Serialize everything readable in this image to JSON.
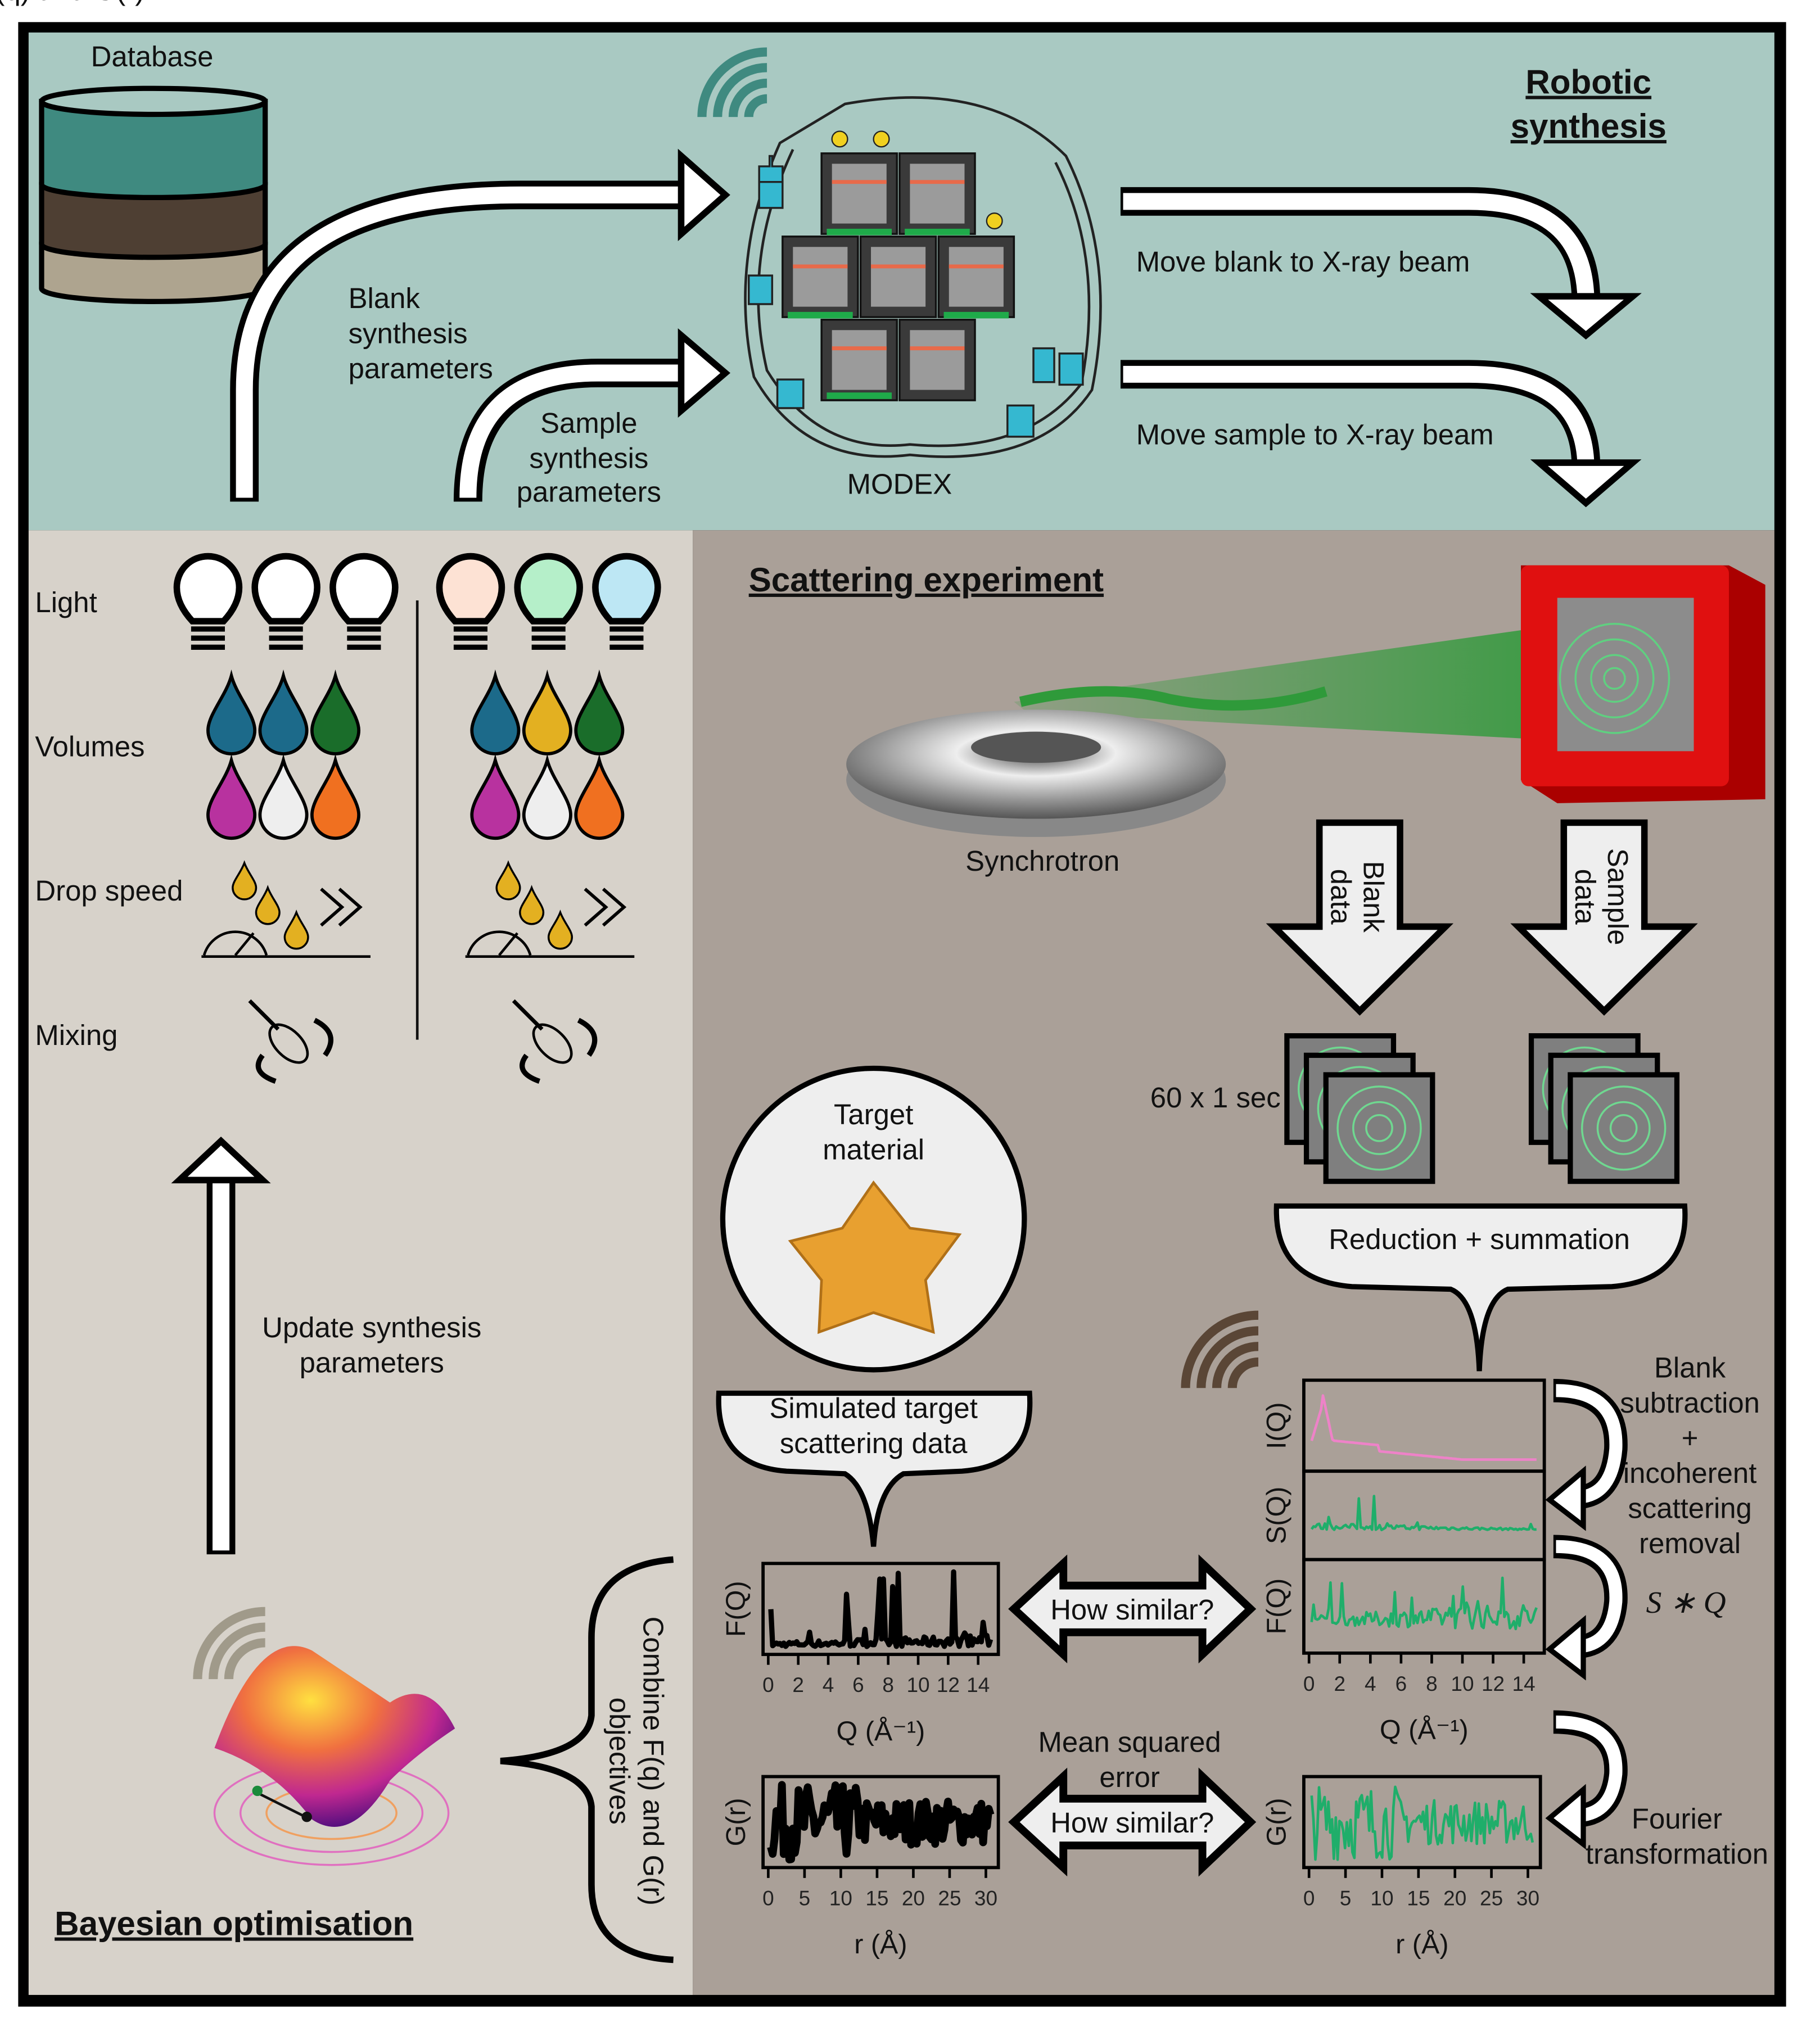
{
  "colors": {
    "robotic_bg": "#a9c9c2",
    "bayes_bg": "#d7d2ca",
    "scatter_bg": "#aaa098",
    "db_teal": "#3f8a80",
    "db_brown": "#4e3f33",
    "db_beige": "#aea48f",
    "signal_teal": "#3f8a80",
    "signal_brown": "#5a4636",
    "signal_grey": "#a09a8a",
    "measured_line": "#1fae6a",
    "raw_line": "#ee82c8",
    "detector_red": "#e01010",
    "beam_green": "#2f9a3a"
  },
  "robotic": {
    "title_line1": "Robotic",
    "title_line2": "synthesis",
    "database_label": "Database",
    "blank_params": [
      "Blank",
      "synthesis",
      "parameters"
    ],
    "sample_params": [
      "Sample",
      "synthesis",
      "parameters"
    ],
    "modex_label": "MODEX",
    "move_blank": "Move blank to X-ray beam",
    "move_sample": "Move sample to X-ray beam"
  },
  "bayes": {
    "rows": {
      "light": "Light",
      "volumes": "Volumes",
      "drop_speed": "Drop speed",
      "mixing": "Mixing"
    },
    "bulbs_left": [
      "#ffffff",
      "#ffffff",
      "#ffffff"
    ],
    "bulbs_right": [
      "#fde2d4",
      "#b5efc9",
      "#bde7f4"
    ],
    "drops_left": [
      "#1c6a8a",
      "#1c6a8a",
      "#1a6d2a",
      "#b8329f",
      "#eeeeee",
      "#f07020"
    ],
    "drops_right": [
      "#1c6a8a",
      "#e3b021",
      "#1a6d2a",
      "#b8329f",
      "#eeeeee",
      "#f07020"
    ],
    "speed_drop_color": "#e3b021",
    "update_params": [
      "Update synthesis",
      "parameters"
    ],
    "combine": [
      "Combine F(q) and G(r)",
      "objectives"
    ],
    "title": "Bayesian optimisation"
  },
  "scatter": {
    "title": "Scattering experiment",
    "synchrotron": "Synchrotron",
    "blank_data": [
      "Blank",
      "data"
    ],
    "sample_data": [
      "Sample",
      "data"
    ],
    "frames": "60 x 1 sec",
    "reduction": "Reduction + summation",
    "target": [
      "Target",
      "material"
    ],
    "simulated": [
      "Simulated target",
      "scattering data"
    ],
    "how_similar_1": "How similar?",
    "how_similar_2": "How similar?",
    "mse": [
      "Mean squared",
      "error"
    ],
    "blank_sub": [
      "Blank",
      "subtraction",
      "+",
      "incoherent",
      "scattering",
      "removal"
    ],
    "s_times_q": "S  ∗ Q",
    "fourier": [
      "Fourier",
      "transformation"
    ]
  },
  "chart_data": [
    {
      "type": "line",
      "ylabel": "F(Q)",
      "xlabel": "Q (Å⁻¹)",
      "xticks": [
        "0",
        "2",
        "4",
        "6",
        "8",
        "10",
        "12",
        "14"
      ],
      "xlim": [
        0,
        15
      ],
      "series_color": "#000000"
    },
    {
      "type": "line",
      "ylabel": "G(r)",
      "xlabel": "r (Å)",
      "xticks": [
        "0",
        "5",
        "10",
        "15",
        "20",
        "25",
        "30"
      ],
      "xlim": [
        0,
        31
      ],
      "series_color": "#000000"
    },
    {
      "type": "line",
      "ylabel": "I(Q)",
      "series_color": "#ee82c8"
    },
    {
      "type": "line",
      "ylabel": "S(Q)",
      "series_color": "#1fae6a"
    },
    {
      "type": "line",
      "ylabel": "F(Q)",
      "xlabel": "Q (Å⁻¹)",
      "xticks": [
        "0",
        "2",
        "4",
        "6",
        "8",
        "10",
        "12",
        "14"
      ],
      "xlim": [
        0,
        15
      ],
      "series_color": "#1fae6a"
    },
    {
      "type": "line",
      "ylabel": "G(r)",
      "xlabel": "r (Å)",
      "xticks": [
        "0",
        "5",
        "10",
        "15",
        "20",
        "25",
        "30"
      ],
      "xlim": [
        0,
        31
      ],
      "series_color": "#1fae6a"
    }
  ]
}
